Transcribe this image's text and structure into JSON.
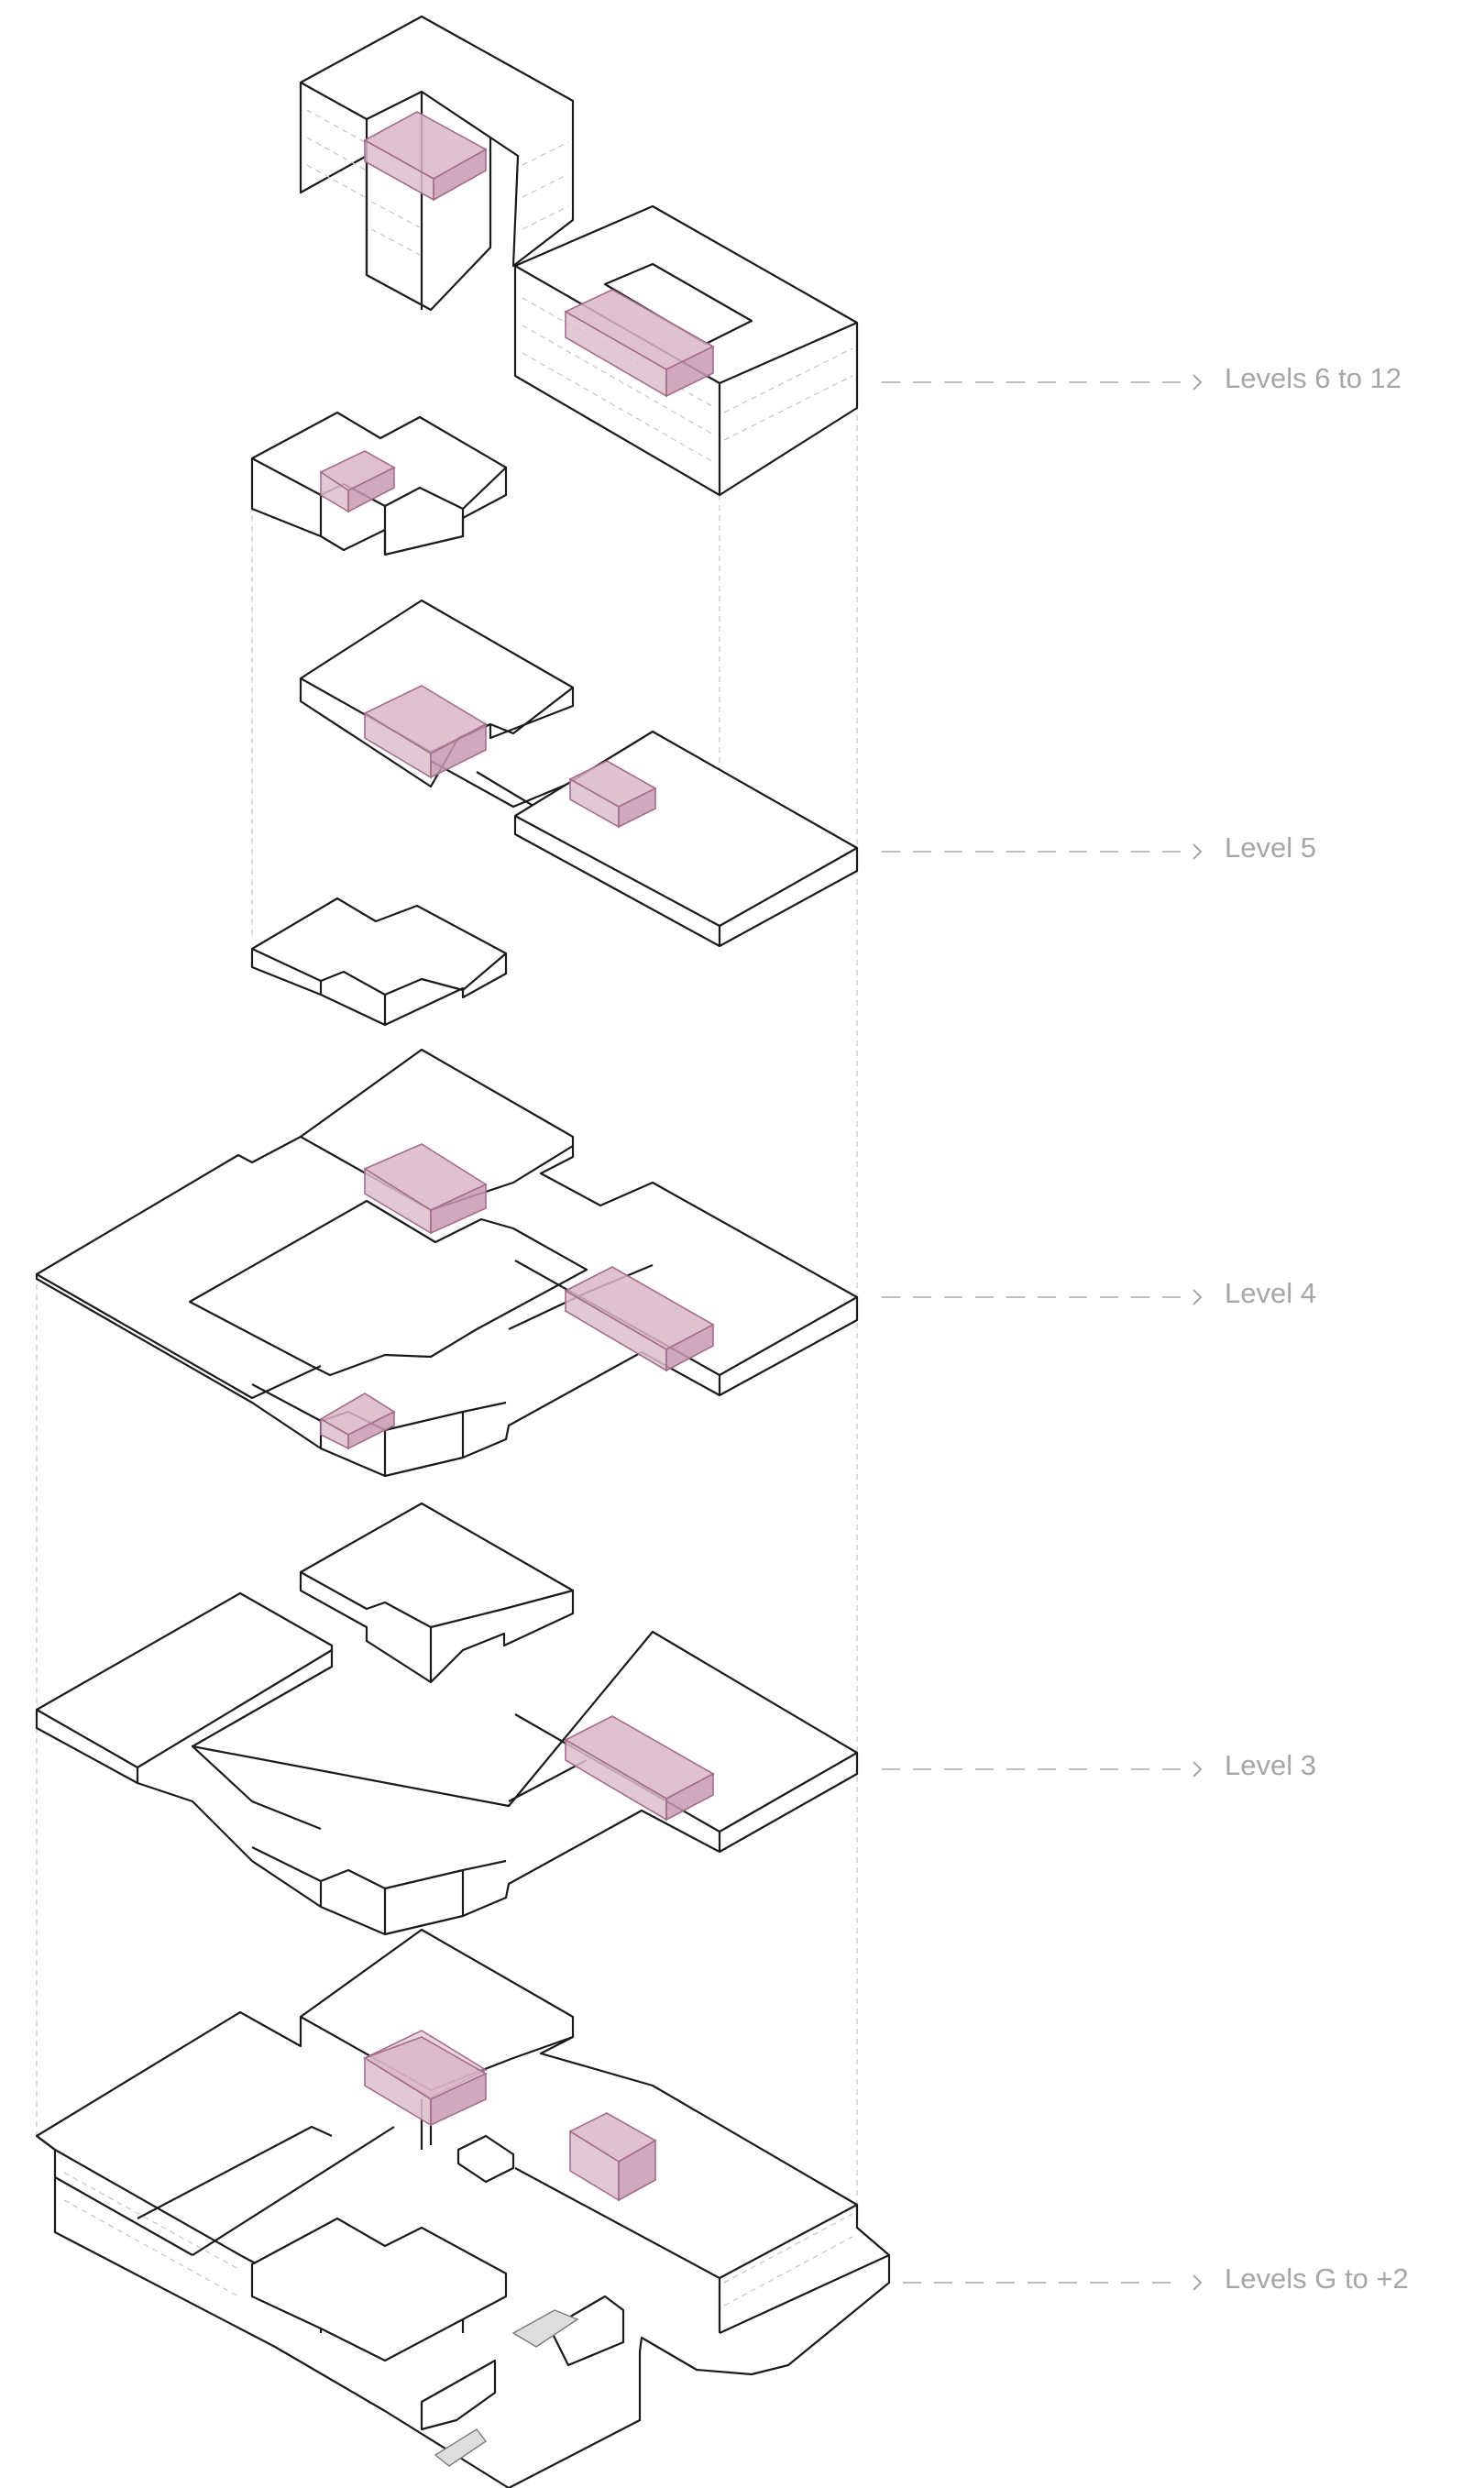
{
  "diagram": {
    "labels": [
      {
        "id": "levels-6-12",
        "text": "Levels 6 to 12"
      },
      {
        "id": "level-5",
        "text": "Level 5"
      },
      {
        "id": "level-4",
        "text": "Level 4"
      },
      {
        "id": "level-3",
        "text": "Level 3"
      },
      {
        "id": "levels-g-2",
        "text": "Levels G to +2"
      }
    ],
    "colors": {
      "outline": "#1a1a1a",
      "highlight": "#d9b6c7",
      "label": "#a6a6a6",
      "guide": "#b5b5b5"
    }
  }
}
